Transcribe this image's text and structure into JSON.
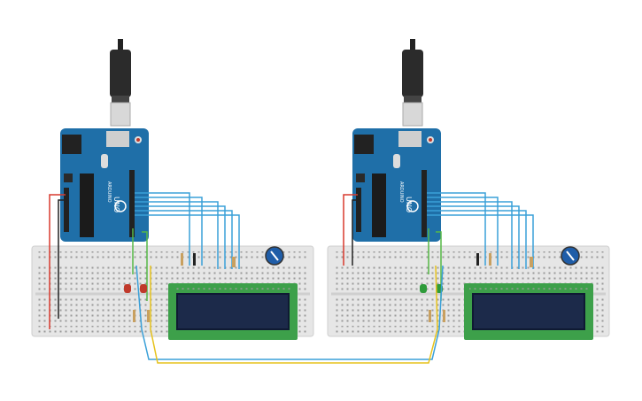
{
  "circuits": [
    {
      "id": "left",
      "board_label": "UNO",
      "board_brand": "ARDUINO",
      "led_color": "#c0392b",
      "led_dark": "#8e2a20"
    },
    {
      "id": "right",
      "board_label": "UNO",
      "board_brand": "ARDUINO",
      "led_color": "#2e9b3a",
      "led_dark": "#1f6e28"
    }
  ],
  "colors": {
    "board_blue": "#1f6fa8",
    "board_dark": "#175a8a",
    "breadboard": "#e4e4e4",
    "wire_blue": "#3aa0d8",
    "wire_green": "#57b847",
    "wire_red": "#d83a2e",
    "wire_black": "#222222",
    "wire_yellow": "#e6c21c",
    "lcd_green": "#3da04a",
    "lcd_screen": "#1c2a4a",
    "pot_blue": "#1f5da8"
  }
}
